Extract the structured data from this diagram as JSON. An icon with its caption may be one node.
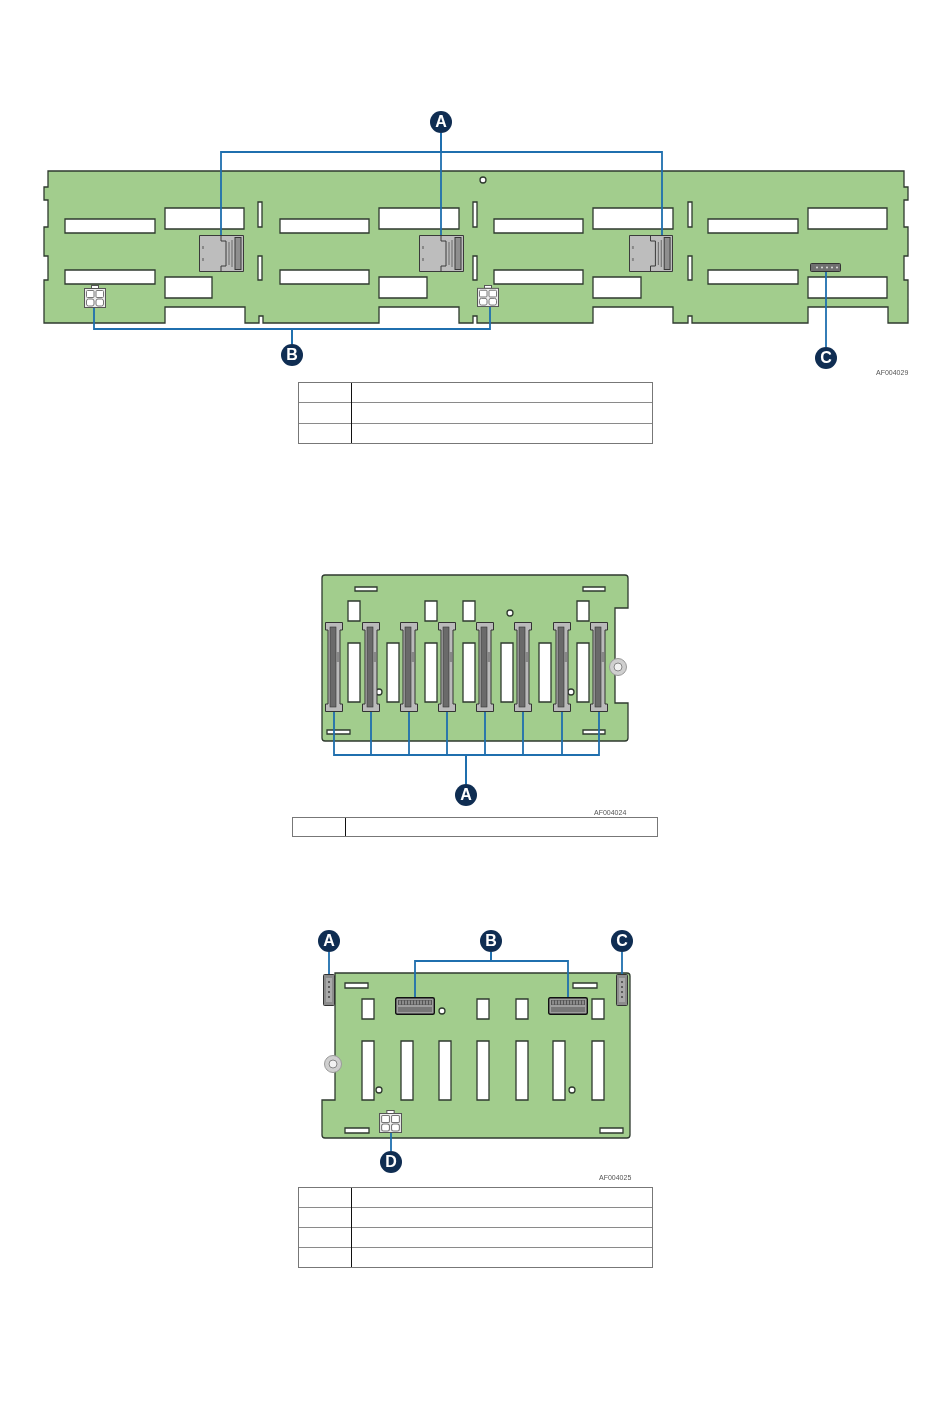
{
  "diagram": {
    "nodes": [
      {
        "text": [
          "A"
        ]
      },
      {
        "text": [],
        "shape": "box"
      },
      {
        "text": [],
        "shape": "box"
      },
      {
        "text": [],
        "shape": "box"
      },
      {
        "text": [
          "B"
        ]
      },
      {
        "text": [],
        "shape": "box"
      },
      {
        "text": [],
        "shape": "box"
      },
      {
        "text": [
          "C"
        ]
      },
      {
        "text": [],
        "shape": "box"
      },
      {
        "text": [
          "A"
        ]
      },
      {
        "text": [],
        "shape": "box"
      },
      {
        "text": [],
        "shape": "box"
      },
      {
        "text": [],
        "shape": "box"
      },
      {
        "text": [],
        "shape": "box"
      },
      {
        "text": [],
        "shape": "box"
      },
      {
        "text": [],
        "shape": "box"
      },
      {
        "text": [],
        "shape": "box"
      },
      {
        "text": [],
        "shape": "box"
      },
      {
        "text": [
          "A"
        ]
      },
      {
        "text": [],
        "shape": "box"
      },
      {
        "text": [
          "B"
        ]
      },
      {
        "text": [],
        "shape": "box"
      },
      {
        "text": [],
        "shape": "box"
      },
      {
        "text": [
          "C"
        ]
      },
      {
        "text": [],
        "shape": "box"
      },
      {
        "text": [
          "D"
        ]
      },
      {
        "text": [],
        "shape": "box"
      }
    ],
    "edges": [
      {
        "from": 0,
        "to": 1,
        "arrow": "none"
      },
      {
        "from": 0,
        "to": 2,
        "arrow": "none"
      },
      {
        "from": 0,
        "to": 3,
        "arrow": "none"
      },
      {
        "from": 4,
        "to": 5,
        "arrow": "none"
      },
      {
        "from": 4,
        "to": 6,
        "arrow": "none"
      },
      {
        "from": 7,
        "to": 8,
        "arrow": "none"
      },
      {
        "from": 9,
        "to": 10,
        "arrow": "none"
      },
      {
        "from": 9,
        "to": 11,
        "arrow": "none"
      },
      {
        "from": 9,
        "to": 12,
        "arrow": "none"
      },
      {
        "from": 9,
        "to": 13,
        "arrow": "none"
      },
      {
        "from": 9,
        "to": 14,
        "arrow": "none"
      },
      {
        "from": 9,
        "to": 15,
        "arrow": "none"
      },
      {
        "from": 9,
        "to": 16,
        "arrow": "none"
      },
      {
        "from": 9,
        "to": 17,
        "arrow": "none"
      },
      {
        "from": 18,
        "to": 19,
        "arrow": "none"
      },
      {
        "from": 20,
        "to": 21,
        "arrow": "none"
      },
      {
        "from": 20,
        "to": 22,
        "arrow": "none"
      },
      {
        "from": 23,
        "to": 24,
        "arrow": "none"
      },
      {
        "from": 25,
        "to": 26,
        "arrow": "none"
      }
    ],
    "labels": [
      "AF004029",
      "AF004024",
      "AF004025"
    ]
  }
}
